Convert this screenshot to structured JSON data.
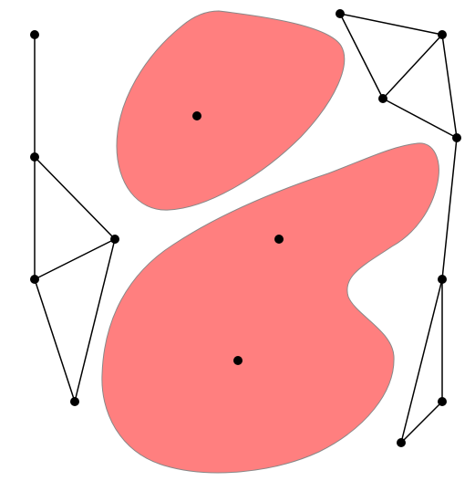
{
  "diagram": {
    "background": "#ffffff",
    "blob_fill": "#ff7f7f",
    "blob_stroke": "#888888",
    "edge_color": "#000000",
    "node_color": "#000000",
    "blobs": [
      {
        "name": "upper-blob",
        "center_node": "b1"
      },
      {
        "name": "lower-blob",
        "center_nodes": [
          "b2",
          "b3"
        ]
      }
    ],
    "graphs": [
      {
        "name": "left-graph",
        "nodes": [
          "L1",
          "L2",
          "L3",
          "L4",
          "L5"
        ]
      },
      {
        "name": "right-upper-graph",
        "nodes": [
          "R1",
          "R2",
          "R3",
          "R4"
        ]
      },
      {
        "name": "right-lower-graph",
        "nodes": [
          "R5",
          "R6",
          "R7"
        ]
      }
    ],
    "edges": [
      [
        "L1",
        "L2"
      ],
      [
        "L2",
        "L3"
      ],
      [
        "L2",
        "L4"
      ],
      [
        "L3",
        "L4"
      ],
      [
        "L3",
        "L5"
      ],
      [
        "L4",
        "L5"
      ],
      [
        "R1",
        "R2"
      ],
      [
        "R1",
        "R3"
      ],
      [
        "R2",
        "R3"
      ],
      [
        "R2",
        "R4"
      ],
      [
        "R3",
        "R4"
      ],
      [
        "R4",
        "R5"
      ],
      [
        "R5",
        "R6"
      ],
      [
        "R5",
        "R7"
      ],
      [
        "R6",
        "R7"
      ]
    ]
  }
}
